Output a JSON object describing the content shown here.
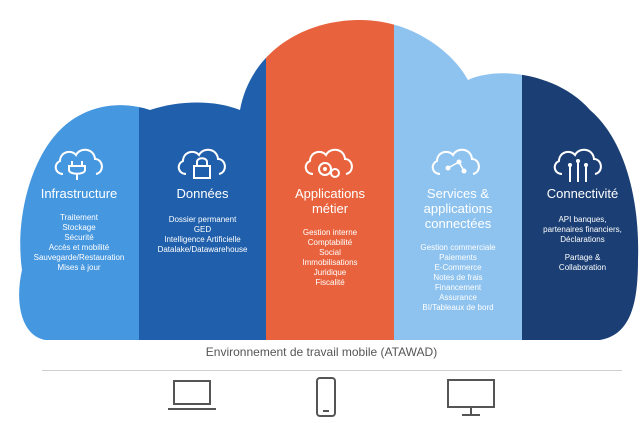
{
  "colors": {
    "infrastructure": "#4597e0",
    "donnees": "#1f5fab",
    "applications": "#e8633d",
    "services": "#8fc3ef",
    "connectivite": "#1b3f74"
  },
  "columns": [
    {
      "key": "infrastructure",
      "icon": "cloud-plug-icon",
      "title": [
        "Infrastructure"
      ],
      "items": [
        "Traitement",
        "Stockage",
        "Sécurité",
        "Accès et mobilité",
        "Sauvegarde/Restauration",
        "Mises à jour"
      ]
    },
    {
      "key": "donnees",
      "icon": "cloud-lock-icon",
      "title": [
        "Données"
      ],
      "items": [
        "Dossier permanent",
        "GED",
        "Intelligence Artificielle",
        "Datalake/Datawarehouse"
      ]
    },
    {
      "key": "applications",
      "icon": "cloud-gears-icon",
      "title": [
        "Applications",
        "métier"
      ],
      "items": [
        "Gestion interne",
        "Comptabilité",
        "Social",
        "Immobilisations",
        "Juridique",
        "Fiscalité"
      ]
    },
    {
      "key": "services",
      "icon": "cloud-share-icon",
      "title": [
        "Services &",
        "applications",
        "connectées"
      ],
      "items": [
        "Gestion commerciale",
        "Paiements",
        "E-Commerce",
        "Notes de frais",
        "Financement",
        "Assurance",
        "BI/Tableaux de bord"
      ]
    },
    {
      "key": "connectivite",
      "icon": "cloud-network-icon",
      "title": [
        "Connectivité"
      ],
      "items": [
        "API banques,",
        "partenaires financiers,",
        "Déclarations",
        "",
        "Partage &",
        "Collaboration"
      ]
    }
  ],
  "footer": {
    "label": "Environnement de travail mobile (ATAWAD)",
    "devices": [
      "laptop-icon",
      "smartphone-icon",
      "desktop-monitor-icon"
    ]
  }
}
